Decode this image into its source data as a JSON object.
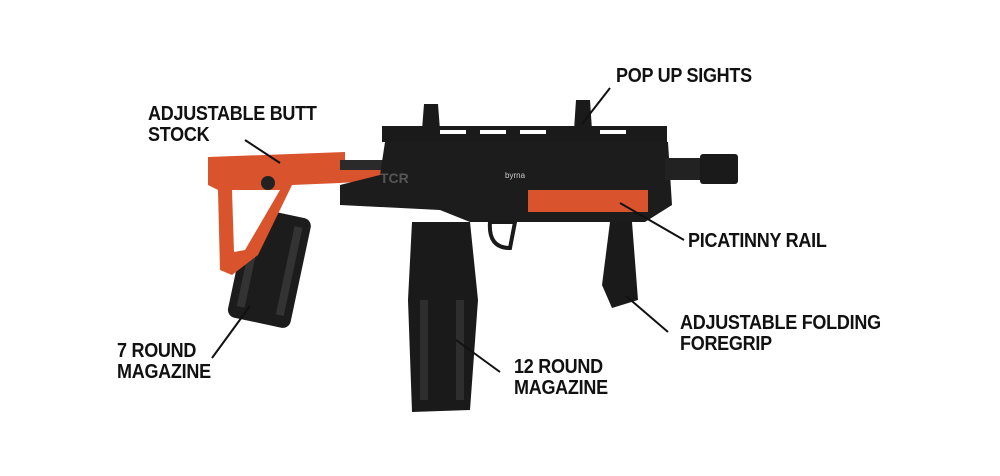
{
  "labels": {
    "butt_stock": [
      "ADJUSTABLE BUTT",
      "STOCK"
    ],
    "sights": "POP UP SIGHTS",
    "rail": "PICATINNY RAIL",
    "foregrip": [
      "ADJUSTABLE FOLDING",
      "FOREGRIP"
    ],
    "mag12": [
      "12 ROUND",
      "MAGAZINE"
    ],
    "mag7": [
      "7 ROUND",
      "MAGAZINE"
    ]
  },
  "product_markings": {
    "brand": "byrna",
    "model": "TCR"
  },
  "colors": {
    "accent": "#d9532c",
    "body": "#1a1a1a",
    "text": "#111111"
  }
}
